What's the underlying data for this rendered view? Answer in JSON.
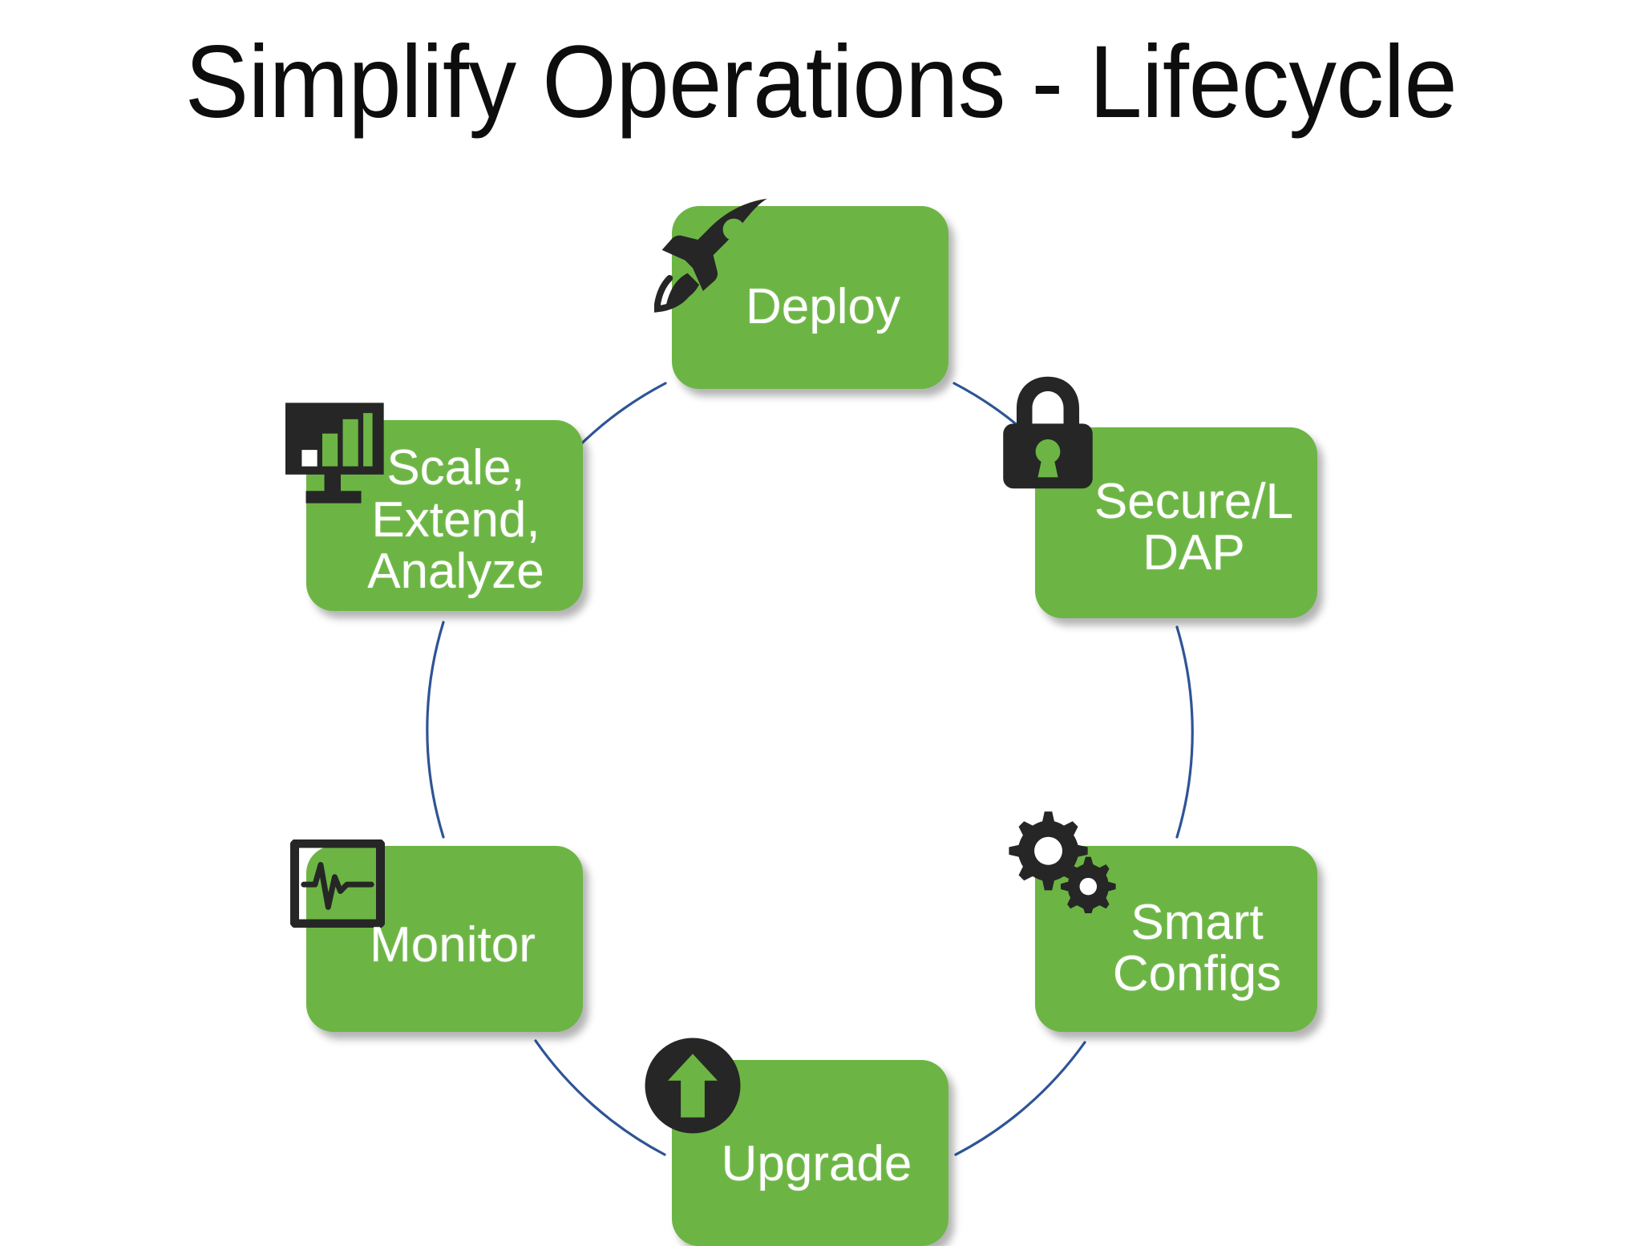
{
  "slide": {
    "title": "Simplify Operations - Lifecycle",
    "background_color": "#FFFFFF",
    "title_color": "#0D0D0D"
  },
  "theme": {
    "node_fill": "#6CB544",
    "node_text": "#FFFFFF",
    "arc_color": "#2E5496",
    "icon_color": "#262626"
  },
  "diagram": {
    "type": "cycle",
    "node_count": 6,
    "nodes": [
      {
        "id": "deploy",
        "label": "Deploy",
        "icon": "rocket-icon",
        "position": "top"
      },
      {
        "id": "secure",
        "label": "Secure/L\nDAP",
        "icon": "lock-icon",
        "position": "upper-right"
      },
      {
        "id": "smart",
        "label": "Smart\nConfigs",
        "icon": "gears-icon",
        "position": "lower-right"
      },
      {
        "id": "upgrade",
        "label": "Upgrade",
        "icon": "up-arrow-circle-icon",
        "position": "bottom"
      },
      {
        "id": "monitor",
        "label": "Monitor",
        "icon": "pulse-monitor-icon",
        "position": "lower-left"
      },
      {
        "id": "scale",
        "label": "Scale,\nExtend,\nAnalyze",
        "icon": "bar-chart-monitor-icon",
        "position": "upper-left"
      }
    ]
  }
}
